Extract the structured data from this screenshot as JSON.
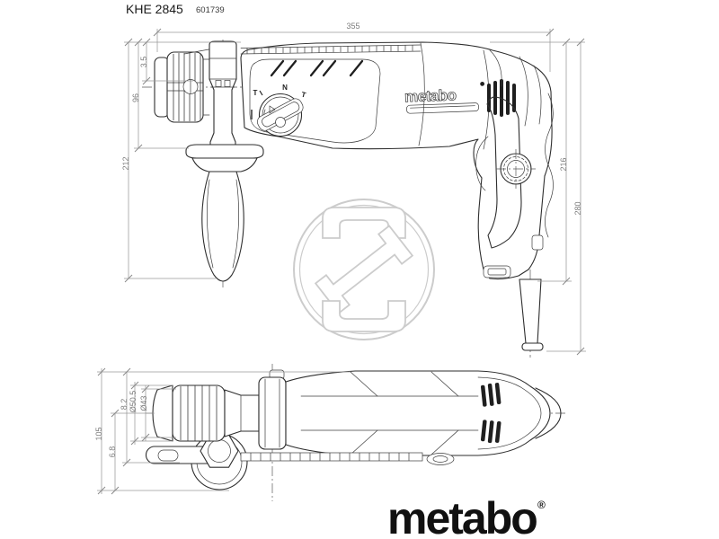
{
  "header": {
    "model": "KHE 2845",
    "article": "601739"
  },
  "dims": {
    "side": {
      "length": "355",
      "nose_offset": "3.5",
      "chuck_axis": "96",
      "handle_depth": "212",
      "body_height": "216",
      "total_height": "280"
    },
    "top": {
      "front_to_rail": "8.2",
      "chuck_outer_dia": "Ø50.5",
      "chuck_inner_dia": "Ø43",
      "total_width": "105",
      "axis_to_edge": "6.8"
    }
  },
  "mode_dial": {
    "left": "T",
    "top": "N",
    "right": "T"
  },
  "branding": {
    "body_logo": "metabo",
    "wordmark": "metabo",
    "registered": "®"
  },
  "colors": {
    "outline": "#2e2e2e",
    "dimension": "#8f8f8f",
    "watermark": "#cccccc",
    "wordmark": "#111111"
  }
}
